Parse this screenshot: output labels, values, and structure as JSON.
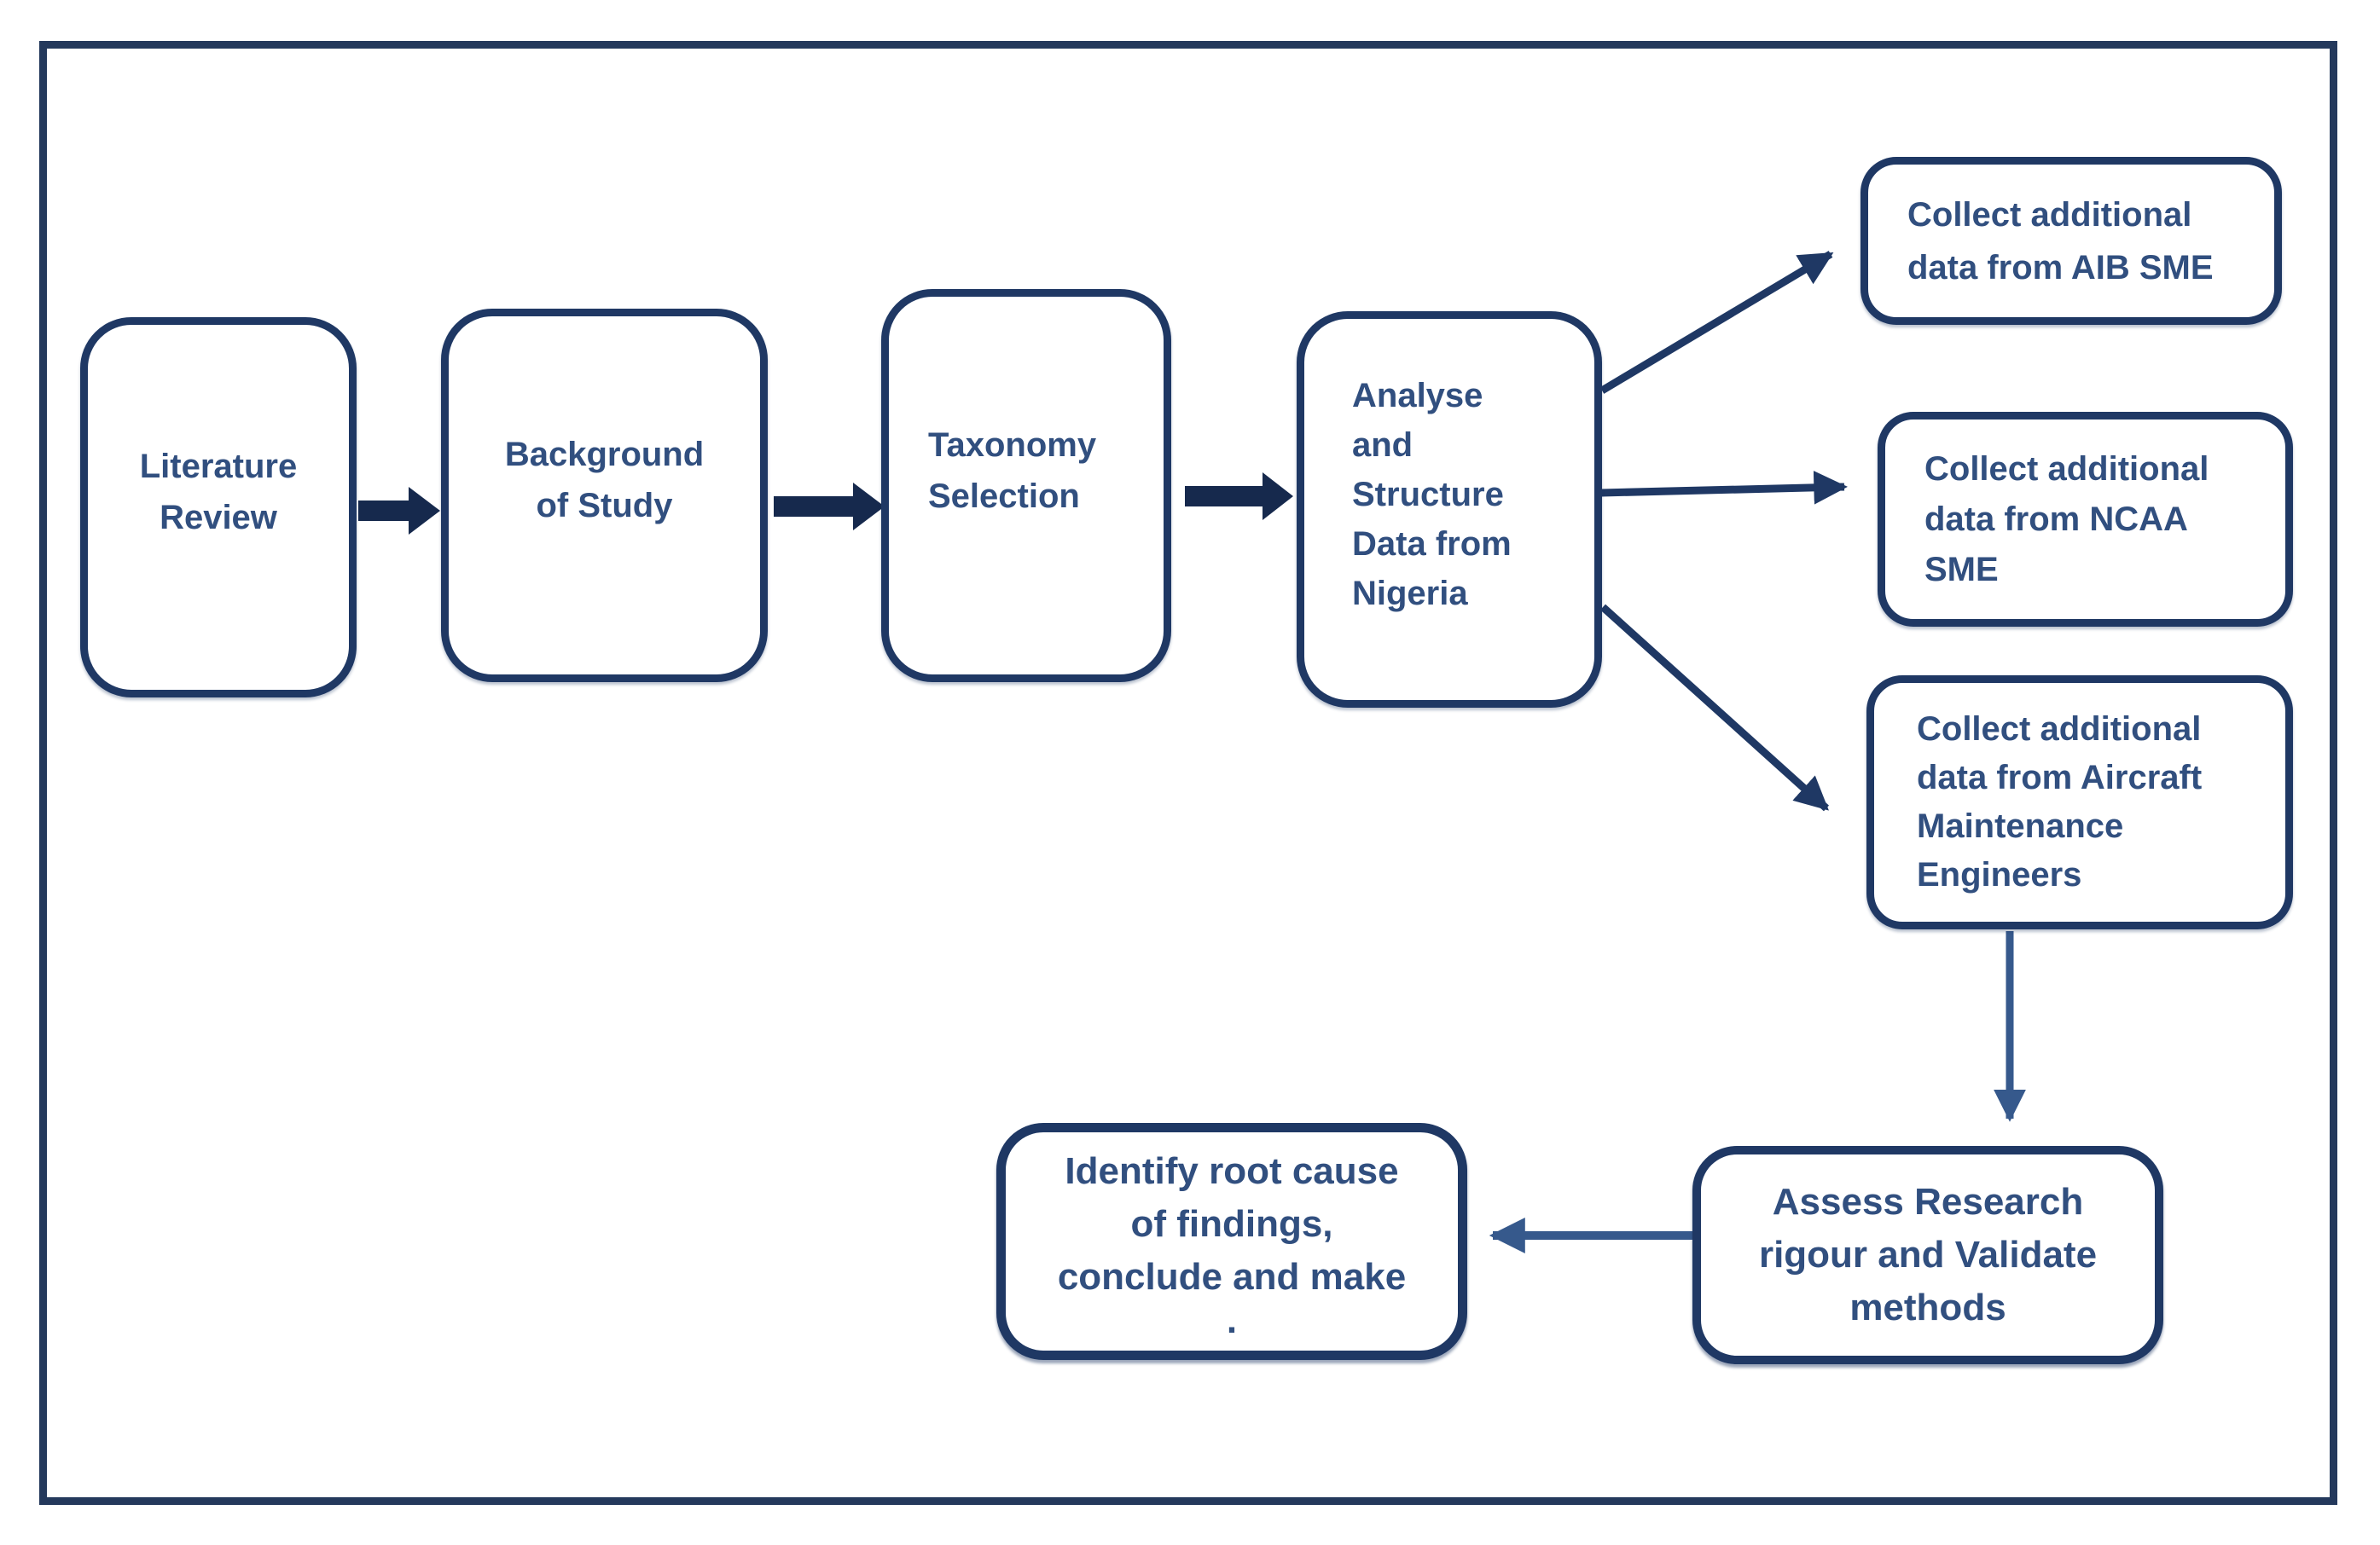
{
  "nodes": {
    "literature_review": {
      "lines": [
        "Literature",
        "Review"
      ]
    },
    "background_of_study": {
      "lines": [
        "Background",
        "of Study"
      ]
    },
    "taxonomy_selection": {
      "lines": [
        "Taxonomy",
        "Selection"
      ]
    },
    "analyse_structure_data": {
      "lines": [
        "Analyse",
        "and",
        "Structure",
        "Data from",
        "Nigeria"
      ]
    },
    "collect_aib_sme": {
      "lines": [
        "Collect additional",
        "data from AIB SME"
      ]
    },
    "collect_ncaa_sme": {
      "lines": [
        "Collect additional",
        "data from NCAA",
        "SME"
      ]
    },
    "collect_engineers": {
      "lines": [
        "Collect additional",
        "data from Aircraft",
        "Maintenance",
        "Engineers"
      ]
    },
    "assess_research": {
      "lines": [
        "Assess Research",
        "rigour and Validate",
        "methods"
      ]
    },
    "identify_root_cause": {
      "lines": [
        "Identify root cause",
        "of findings,",
        "conclude and make",
        "."
      ]
    }
  },
  "colors": {
    "background": "#ffffff",
    "frame": "#24395c",
    "box_border": "#1f3864",
    "text": "#314f7f",
    "block_arrow": "#16294d",
    "connector_dark": "#1f3864",
    "connector_light": "#36598c"
  }
}
